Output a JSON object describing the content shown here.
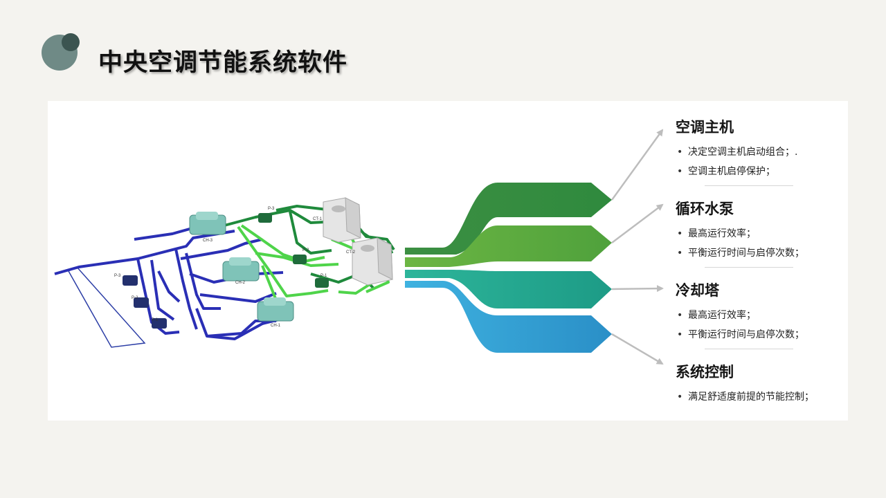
{
  "header": {
    "title": "中央空调节能系统软件"
  },
  "diagram": {
    "equipment_labels": {
      "chillers": [
        "CH-3",
        "CH-2",
        "CH-1"
      ],
      "cooling_water_pumps": [
        "P-3",
        "P-2",
        "P-1"
      ],
      "chilled_water_pumps": [
        "P-3",
        "P-2",
        "P-1"
      ],
      "cooling_towers": [
        "CT-1",
        "CT-2"
      ]
    },
    "colors": {
      "chilled_pipe": "#2a2fb5",
      "cooling_pipe_dark": "#1f8a3c",
      "cooling_pipe_light": "#4fd44a",
      "band_1": "#3f9645",
      "band_2": "#5aa93f",
      "band_3": "#24a28a",
      "band_4": "#2b97cc"
    }
  },
  "sections": [
    {
      "title": "空调主机",
      "items": [
        "决定空调主机启动组合；.",
        "空调主机启停保护；"
      ]
    },
    {
      "title": "循环水泵",
      "items": [
        "最高运行效率；",
        "平衡运行时间与启停次数；"
      ]
    },
    {
      "title": "冷却塔",
      "items": [
        "最高运行效率；",
        "平衡运行时间与启停次数；"
      ]
    },
    {
      "title": "系统控制",
      "items": [
        "满足舒适度前提的节能控制；"
      ]
    }
  ]
}
